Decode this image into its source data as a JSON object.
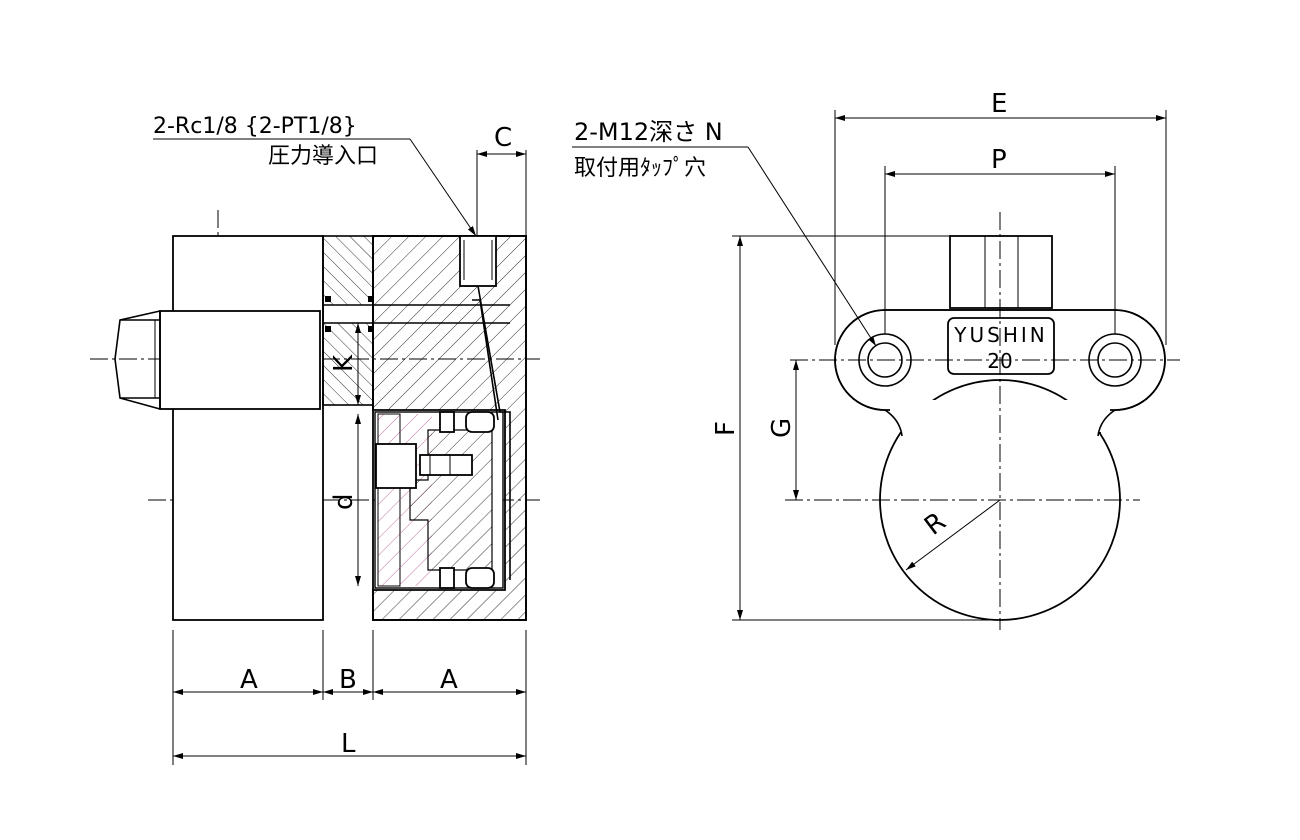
{
  "callouts": {
    "port_spec": "2-Rc1/8 {2-PT1/8}",
    "port_name": "圧力導入口",
    "tap_spec": "2-M12深さ N",
    "tap_name": "取付用ﾀｯﾌﾟ穴"
  },
  "marking": {
    "brand": "YUSHIN",
    "size": "20"
  },
  "dims": {
    "A_left": "A",
    "B": "B",
    "A_right": "A",
    "L": "L",
    "C": "C",
    "K": "K",
    "d": "d",
    "E": "E",
    "P": "P",
    "F": "F",
    "G": "G",
    "R": "R"
  }
}
